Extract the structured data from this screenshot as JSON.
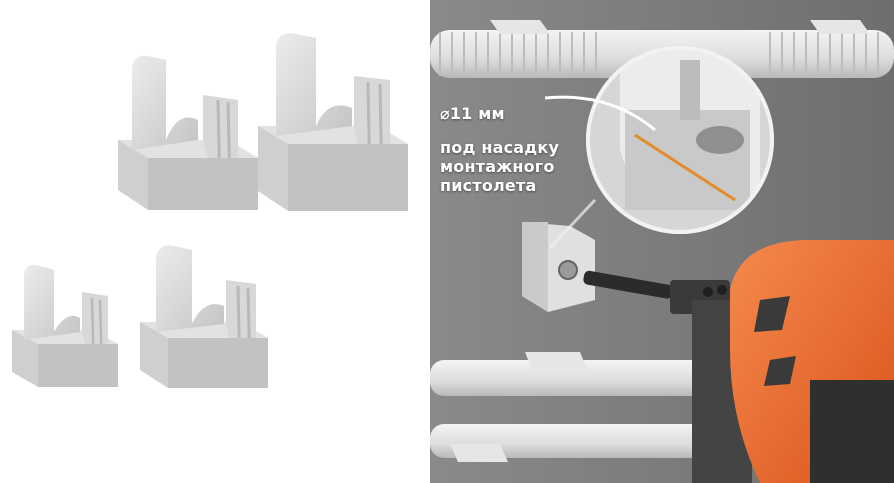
{
  "callout": {
    "diameter": "⌀11 мм",
    "description_lines": [
      "под насадку",
      "монтажного",
      "пистолета"
    ]
  },
  "colors": {
    "clip_light": "#e4e4e4",
    "clip_mid": "#cfcfcf",
    "clip_dark": "#b5b5b5",
    "wall": "#7c7c7c",
    "gun_orange": "#ef6b2e",
    "gun_dark": "#2f2f2f"
  }
}
